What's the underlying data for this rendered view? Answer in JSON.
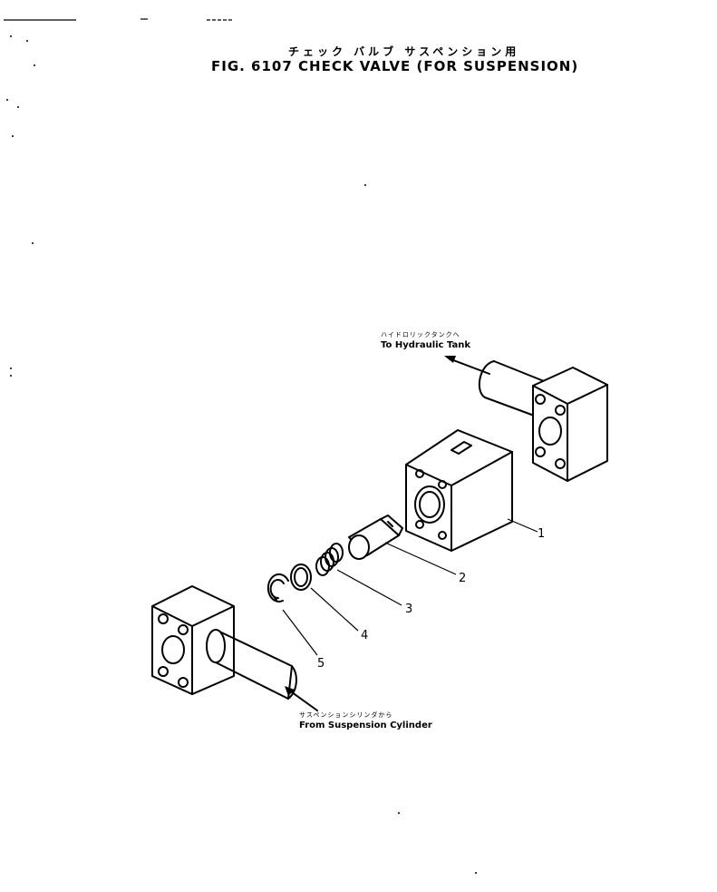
{
  "title": {
    "jp": "チェック バルブ サスペンション用",
    "en": "FIG. 6107  CHECK VALVE (FOR SUSPENSION)"
  },
  "notes": {
    "to_tank_jp": "ハイドロリックタンクへ",
    "to_tank_en": "To Hydraulic Tank",
    "from_cyl_jp": "サスペンションシリンダから",
    "from_cyl_en": "From Suspension Cylinder"
  },
  "callouts": [
    "1",
    "2",
    "3",
    "4",
    "5"
  ],
  "parts": [
    {
      "ref": "1",
      "name": "valve-body"
    },
    {
      "ref": "2",
      "name": "poppet"
    },
    {
      "ref": "3",
      "name": "spring"
    },
    {
      "ref": "4",
      "name": "seat-ring"
    },
    {
      "ref": "5",
      "name": "snap-ring"
    }
  ]
}
